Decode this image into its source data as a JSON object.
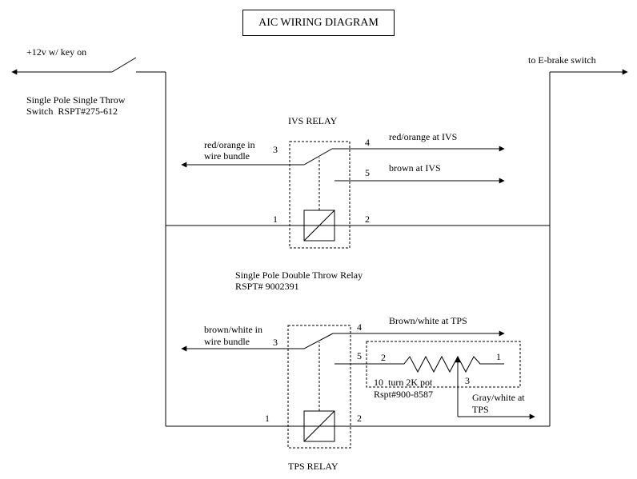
{
  "title": "AIC WIRING DIAGRAM",
  "switch": {
    "supply_label": "+12v w/ key on",
    "name_line1": "Single Pole Single Throw",
    "name_line2": "Switch  RSPT#275-612"
  },
  "ebrake_label": "to E-brake switch",
  "ivs_relay": {
    "name": "IVS RELAY",
    "input_label_line1": "red/orange in",
    "input_label_line2": "wire bundle",
    "out4_label": "red/orange at IVS",
    "out5_label": "brown at IVS",
    "pins": {
      "p1": "1",
      "p2": "2",
      "p3": "3",
      "p4": "4",
      "p5": "5"
    }
  },
  "relay_type": {
    "line1": "Single Pole Double Throw Relay",
    "line2": "RSPT# 9002391"
  },
  "tps_relay": {
    "name": "TPS RELAY",
    "input_label_line1": "brown/white in",
    "input_label_line2": "wire bundle",
    "out4_label": "Brown/white at TPS",
    "pins": {
      "p1": "1",
      "p2": "2",
      "p3": "3",
      "p4": "4",
      "p5": "5"
    }
  },
  "pot": {
    "name_line1": "10  turn 2K pot",
    "name_line2": "Rspt#900-8587",
    "pin_left": "2",
    "pin_right": "1",
    "pin_wiper": "3",
    "wiper_label_line1": "Gray/white at",
    "wiper_label_line2": "TPS"
  }
}
